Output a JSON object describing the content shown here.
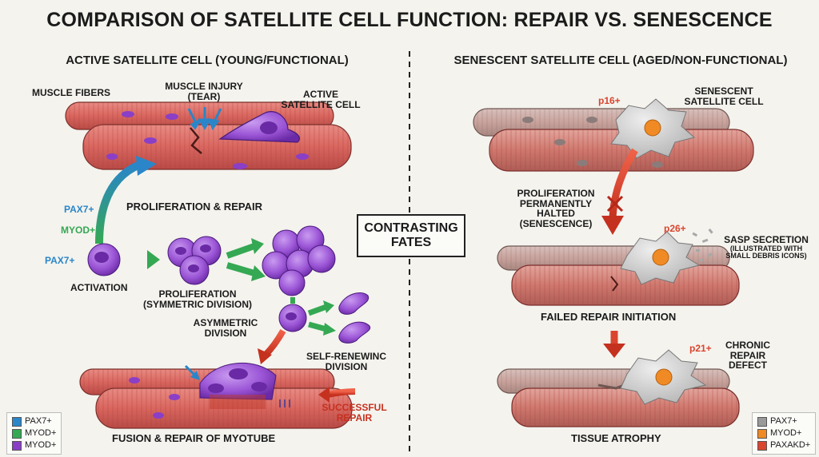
{
  "title": "COMPARISON OF SATELLITE CELL FUNCTION: REPAIR VS. SENESCENCE",
  "left": {
    "heading": "ACTIVE SATELLITE CELL (YOUNG/FUNCTIONAL)",
    "muscle_fibers": "MUSCLE FIBERS",
    "muscle_injury": [
      "MUSCLE INJURY",
      "(TEAR)"
    ],
    "active_cell": [
      "ACTIVE",
      "SATELLITE CELL"
    ],
    "proliferation_repair": "PROLIFERATION & REPAIR",
    "markers": {
      "pax7_a": "PAX7+",
      "myod": "MYOD+",
      "pax7_b": "PAX7+"
    },
    "activation": "ACTIVATION",
    "proliferation": [
      "PROLIFERATION",
      "(SYMMETRIC DIVISION)"
    ],
    "asymmetric": [
      "ASYMMETRIC",
      "DIVISION"
    ],
    "self_renewing": [
      "SELF-RENEWINC",
      "DIVISION"
    ],
    "successful": [
      "SUCCESSFUL",
      "REPAIR"
    ],
    "fusion": "FUSION & REPAIR OF MYOTUBE"
  },
  "center": {
    "line1": "CONTRASTING",
    "line2": "FATES"
  },
  "right": {
    "heading": "SENESCENT SATELLITE CELL (AGED/NON-FUNCTIONAL)",
    "p16": "p16+",
    "senescent_cell": [
      "SENESCENT",
      "SATELLITE CELL"
    ],
    "halted": [
      "PROLIFERATION",
      "PERMANENTLY",
      "HALTED",
      "(SENESCENCE)"
    ],
    "p26": "p26+",
    "sasp": [
      "SASP SECRETION",
      "(ILLUSTRATED WITH",
      "SMALL DEBRIS ICONS)"
    ],
    "failed": "FAILED REPAIR INITIATION",
    "p21": "p21+",
    "chronic": [
      "CHRONIC",
      "REPAIR",
      "DEFECT"
    ],
    "atrophy": "TISSUE ATROPHY"
  },
  "legend_left": [
    {
      "label": "PAX7+",
      "color": "#2a86c9"
    },
    {
      "label": "MYOD+",
      "color": "#35a853"
    },
    {
      "label": "MYOD+",
      "color": "#8a3fc6"
    }
  ],
  "legend_right": [
    {
      "label": "PAX7+",
      "color": "#9a9a9a"
    },
    {
      "label": "MYOD+",
      "color": "#f08a24"
    },
    {
      "label": "PAXAKD+",
      "color": "#d9452f"
    }
  ],
  "colors": {
    "fiber": "#d9665f",
    "fiber_dark": "#b84a45",
    "fiber_grey": "#c9a29c",
    "cell_purple": "#8a3fc6",
    "arrow_blue": "#2a86c9",
    "arrow_green": "#35a853",
    "arrow_red": "#d9452f",
    "nucleus_orange": "#f08a24",
    "senescent_grey": "#c8c8c8"
  }
}
